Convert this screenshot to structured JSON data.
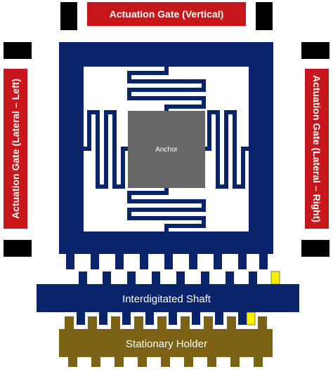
{
  "labels": {
    "gate_vertical": "Actuation Gate (Vertical)",
    "gate_left": "Actuation Gate (Lateral – Left)",
    "gate_right": "Actuation Gate (Lateral – Right)",
    "anchor": "Anchor",
    "shaft": "Interdigitated Shaft",
    "holder": "Stationary Holder"
  },
  "colors": {
    "frame": "#0a246b",
    "gate": "#c8161d",
    "anchor": "#676767",
    "holder": "#7c6215",
    "pad": "#000000",
    "marker": "#f7f000"
  }
}
